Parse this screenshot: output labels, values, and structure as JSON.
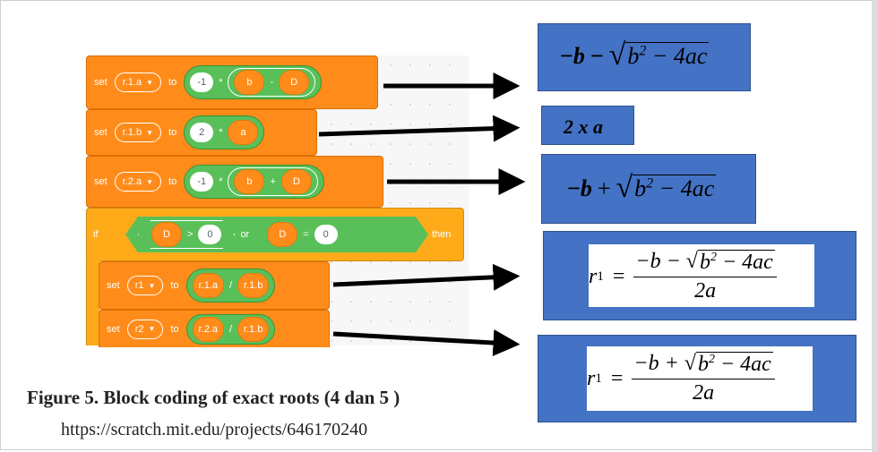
{
  "blocks": {
    "set_kw": "set",
    "to_kw": "to",
    "caret": "▼",
    "row1": {
      "var": "r.1.a",
      "n1": "-1",
      "mul": "*",
      "a": "b",
      "op": "-",
      "b": "D"
    },
    "row2": {
      "var": "r.1.b",
      "n1": "2",
      "mul": "*",
      "a": "a"
    },
    "row3": {
      "var": "r.2.a",
      "n1": "-1",
      "mul": "*",
      "a": "b",
      "op": "+",
      "b": "D"
    },
    "if_row": {
      "if_kw": "if",
      "a": "D",
      "gt": ">",
      "n0": "0",
      "or_kw": "or",
      "b": "D",
      "eq": "=",
      "n0b": "0",
      "then_kw": "then"
    },
    "row5": {
      "var": "r1",
      "a": "r.1.a",
      "div": "/",
      "b": "r.1.b"
    },
    "row6": {
      "var": "r2",
      "a": "r.2.a",
      "div": "/",
      "b": "r.1.b"
    }
  },
  "formulas": {
    "f1": {
      "neg": "−",
      "b": "b",
      "minus": "−",
      "b2": "b",
      "exp": "2",
      "rest": " − 4ac"
    },
    "f2": {
      "text": "2 x a"
    },
    "f3": {
      "neg": "−",
      "b": "b",
      "plus": "+",
      "b2": "b",
      "exp": "2",
      "rest": " − 4ac"
    },
    "f4": {
      "lhs": "r",
      "sub": "1",
      "eq": "=",
      "num_pre": "−b − ",
      "b2": "b",
      "exp": "2",
      "rest": " − 4ac",
      "den": "2a"
    },
    "f5": {
      "lhs": "r",
      "sub": "1",
      "eq": "=",
      "num_pre": "−b + ",
      "b2": "b",
      "exp": "2",
      "rest": " − 4ac",
      "den": "2a"
    }
  },
  "caption": "Figure 5. Block coding of exact roots (4 dan 5 )",
  "url": "https://scratch.mit.edu/projects/646170240",
  "colors": {
    "motion_orange": "#ff8c1a",
    "control_yellow": "#ffab19",
    "operator_green": "#59c059",
    "box_blue": "#4472c4"
  }
}
